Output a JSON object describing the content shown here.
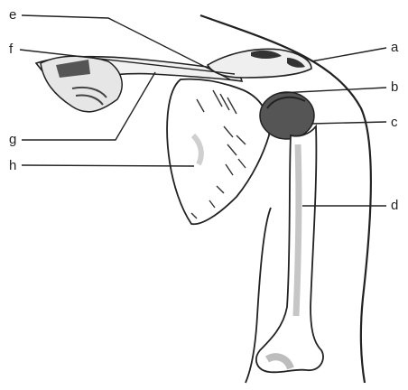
{
  "labels": {
    "a": "a",
    "b": "b",
    "c": "c",
    "d": "d",
    "e": "e",
    "f": "f",
    "g": "g",
    "h": "h"
  },
  "colors": {
    "ink": "#222222",
    "shade": "#bdbdbd",
    "background": "#ffffff"
  }
}
